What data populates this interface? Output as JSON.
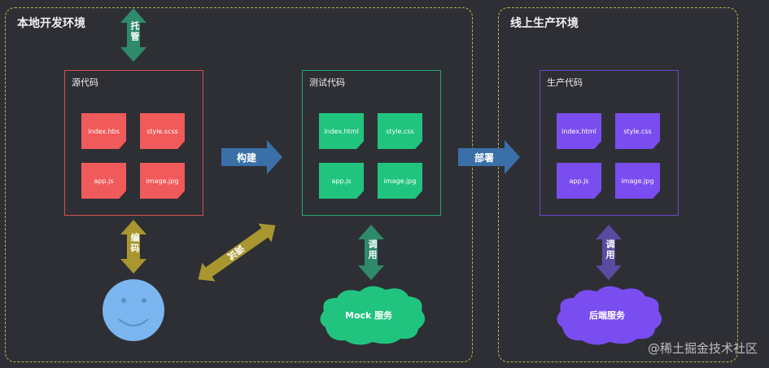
{
  "regions": {
    "local": {
      "title": "本地开发环境"
    },
    "online": {
      "title": "线上生产环境"
    }
  },
  "boxes": {
    "source": {
      "title": "源代码",
      "files": [
        "index.hbs",
        "style.scss",
        "app.js",
        "image.jpg"
      ],
      "color": "#f05a5a"
    },
    "test": {
      "title": "测试代码",
      "files": [
        "index.html",
        "style.css",
        "app.js",
        "image.jpg"
      ],
      "color": "#21c47f"
    },
    "prod": {
      "title": "生产代码",
      "files": [
        "index.html",
        "style.css",
        "app.js",
        "image.jpg"
      ],
      "color": "#7a4df0"
    }
  },
  "arrows": {
    "host": "托管",
    "build": "构建",
    "deploy": "部署",
    "encode": "编码",
    "debug": "调试",
    "call_mock": "调用",
    "call_backend": "调用"
  },
  "clouds": {
    "mock": "Mock 服务",
    "backend": "后端服务"
  },
  "watermark": "@稀土掘金技术社区",
  "colors": {
    "host_arrow": "#2e8a6a",
    "build_arrow": "#3a6fa8",
    "encode_arrow": "#a8962e",
    "mock_arrow": "#2e8a6a",
    "backend_arrow": "#5a4aa0",
    "avatar": "#7bb6f0",
    "mock_cloud": "#21c47f",
    "backend_cloud": "#7a4df0"
  }
}
